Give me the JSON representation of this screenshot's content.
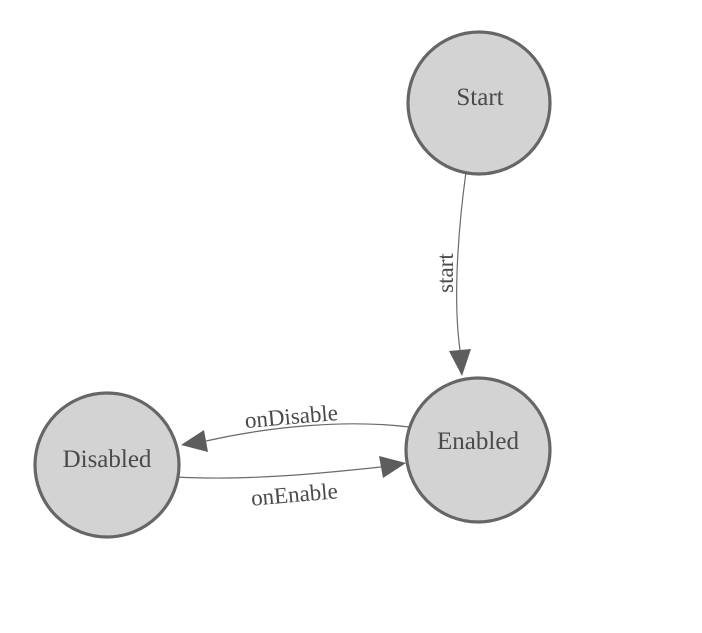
{
  "diagram": {
    "type": "state-machine",
    "background": "#ffffff",
    "nodes": [
      {
        "id": "start",
        "label": "Start"
      },
      {
        "id": "enabled",
        "label": "Enabled"
      },
      {
        "id": "disabled",
        "label": "Disabled"
      }
    ],
    "edges": [
      {
        "id": "start-to-enabled",
        "from": "Start",
        "to": "Enabled",
        "label": "start"
      },
      {
        "id": "enabled-to-disabled",
        "from": "Enabled",
        "to": "Disabled",
        "label": "onDisable"
      },
      {
        "id": "disabled-to-enabled",
        "from": "Disabled",
        "to": "Enabled",
        "label": "onEnable"
      }
    ],
    "colors": {
      "node_fill": "#d3d3d3",
      "node_stroke": "#666666",
      "edge_stroke": "#6b6b6b",
      "arrow_fill": "#5d5d5d",
      "text": "#4a4a4a"
    }
  }
}
